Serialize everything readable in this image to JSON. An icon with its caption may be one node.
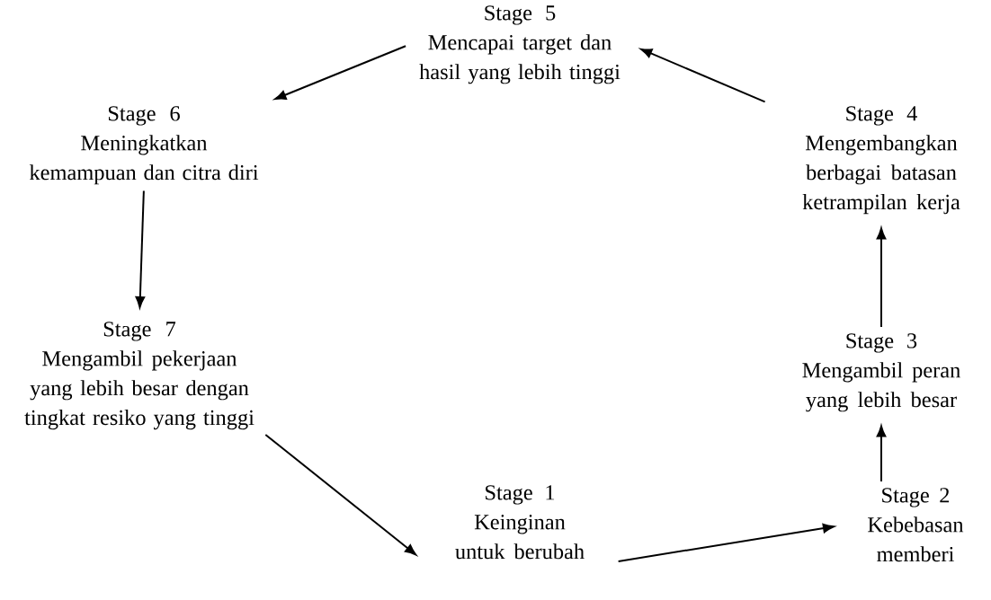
{
  "diagram": {
    "nodes": [
      {
        "text": [
          "Stage 1",
          "Keinginan untuk berubah"
        ]
      },
      {
        "text": [
          "Stage 2",
          "Kebebasan memberi"
        ]
      },
      {
        "text": [
          "Stage 3",
          "Mengambil peran yang lebih besar"
        ]
      },
      {
        "text": [
          "Stage 4",
          "Mengembangkan berbagai batasan ketrampilan kerja"
        ]
      },
      {
        "text": [
          "Stage 5",
          "Mencapai target dan hasil yang lebih tinggi"
        ]
      },
      {
        "text": [
          "Stage 6",
          "Meningkatkan kemampuan dan citra diri"
        ]
      },
      {
        "text": [
          "Stage 7",
          "Mengambil pekerjaan yang lebih besar dengan tingkat resiko yang tinggi"
        ]
      }
    ],
    "edges": [
      {
        "from": 0,
        "to": 1,
        "arrow": "to"
      },
      {
        "from": 1,
        "to": 2,
        "arrow": "to"
      },
      {
        "from": 2,
        "to": 3,
        "arrow": "to"
      },
      {
        "from": 3,
        "to": 4,
        "arrow": "to"
      },
      {
        "from": 4,
        "to": 5,
        "arrow": "to"
      },
      {
        "from": 5,
        "to": 6,
        "arrow": "to"
      },
      {
        "from": 6,
        "to": 0,
        "arrow": "to"
      }
    ]
  }
}
